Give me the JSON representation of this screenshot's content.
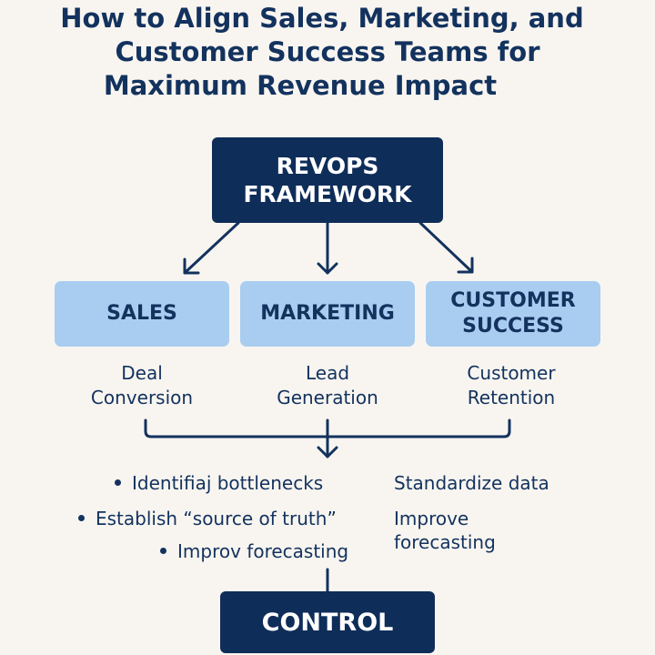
{
  "title": {
    "line1": "How to Align Sales, Marketing, and",
    "line2": "Customer Success Teams for",
    "line3": "Maximum Revenue Impact"
  },
  "root": {
    "line1": "REVOPS",
    "line2": "FRAMEWORK"
  },
  "teams": [
    {
      "line1": "SALES",
      "line2": "",
      "sub1": "Deal",
      "sub2": "Conversion"
    },
    {
      "line1": "MARKETING",
      "line2": "",
      "sub1": "Lead",
      "sub2": "Generation"
    },
    {
      "line1": "CUSTOMER",
      "line2": "SUCCESS",
      "sub1": "Customer",
      "sub2": "Retention"
    }
  ],
  "bullets": [
    "Identifiaj bottlenecks",
    "Establish “source of truth”",
    "Improv forecasting"
  ],
  "right_items": [
    "Standardize data",
    "Improve forecasting"
  ],
  "control": {
    "label": "CONTROL"
  },
  "colors": {
    "dark_navy": "#0f2d59",
    "light_blue": "#a9cdf0",
    "text": "#13325e",
    "background": "#f8f5f0"
  }
}
